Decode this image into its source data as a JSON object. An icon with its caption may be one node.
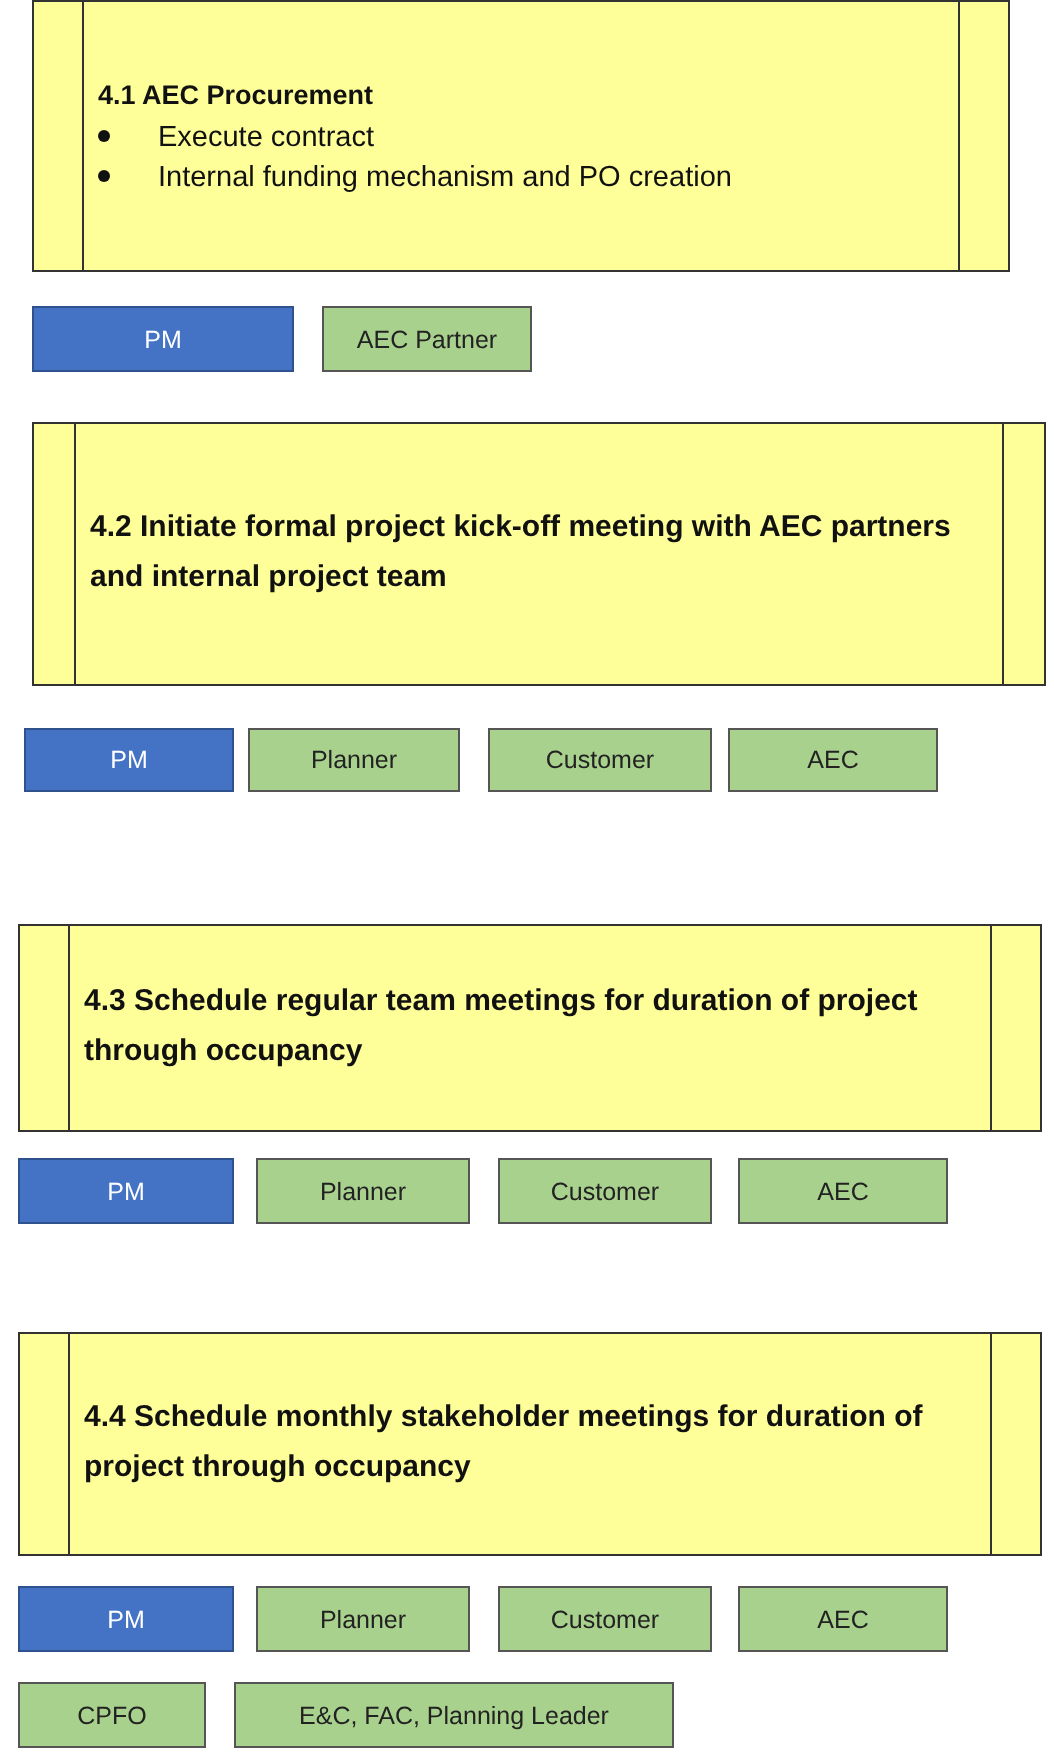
{
  "diagram": {
    "nodes": [
      {
        "text": [
          "4.1  AEC Procurement",
          "Execute contract",
          "Internal funding mechanism and PO creation"
        ]
      },
      {
        "text": [
          "PM"
        ]
      },
      {
        "text": [
          "AEC Partner"
        ]
      },
      {
        "text": [
          "4.2 Initiate formal project kick-off meeting with AEC partners and internal project team"
        ]
      },
      {
        "text": [
          "PM"
        ]
      },
      {
        "text": [
          "Planner"
        ]
      },
      {
        "text": [
          "Customer"
        ]
      },
      {
        "text": [
          "AEC"
        ]
      },
      {
        "text": [
          "4.3 Schedule regular team meetings for duration of project through occupancy"
        ]
      },
      {
        "text": [
          "PM"
        ]
      },
      {
        "text": [
          "Planner"
        ]
      },
      {
        "text": [
          "Customer"
        ]
      },
      {
        "text": [
          "AEC"
        ]
      },
      {
        "text": [
          "4.4  Schedule monthly stakeholder meetings for duration of project through occupancy"
        ]
      },
      {
        "text": [
          "PM"
        ]
      },
      {
        "text": [
          "Planner"
        ]
      },
      {
        "text": [
          "Customer"
        ]
      },
      {
        "text": [
          "AEC"
        ]
      },
      {
        "text": [
          "CPFO"
        ]
      },
      {
        "text": [
          "E&C, FAC, Planning Leader"
        ]
      }
    ]
  }
}
